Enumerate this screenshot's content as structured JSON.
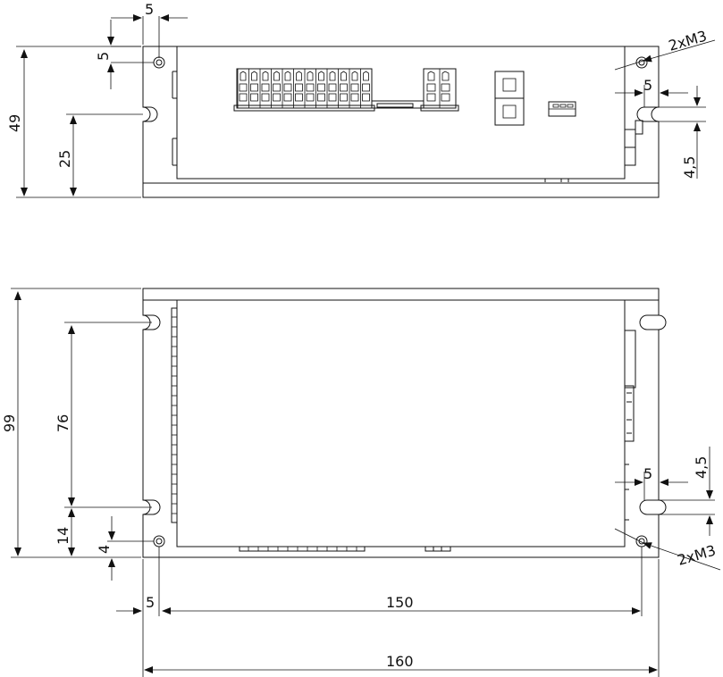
{
  "drawing": {
    "side_view": {
      "dims": {
        "hole_offset_top": "5",
        "hole_offset_left": "5",
        "height": "49",
        "slot_height": "25",
        "slot_offset_right": "5",
        "slot_width": "4,5",
        "thread_callout": "2xM3"
      }
    },
    "top_view": {
      "dims": {
        "height": "99",
        "slot_spacing": "76",
        "slot_offset": "14",
        "hole_offset_bottom": "4",
        "hole_offset_left": "5",
        "slot_offset_right": "5",
        "slot_width": "4,5",
        "hole_spacing": "150",
        "overall_length": "160",
        "thread_callout": "2xM3"
      }
    }
  }
}
